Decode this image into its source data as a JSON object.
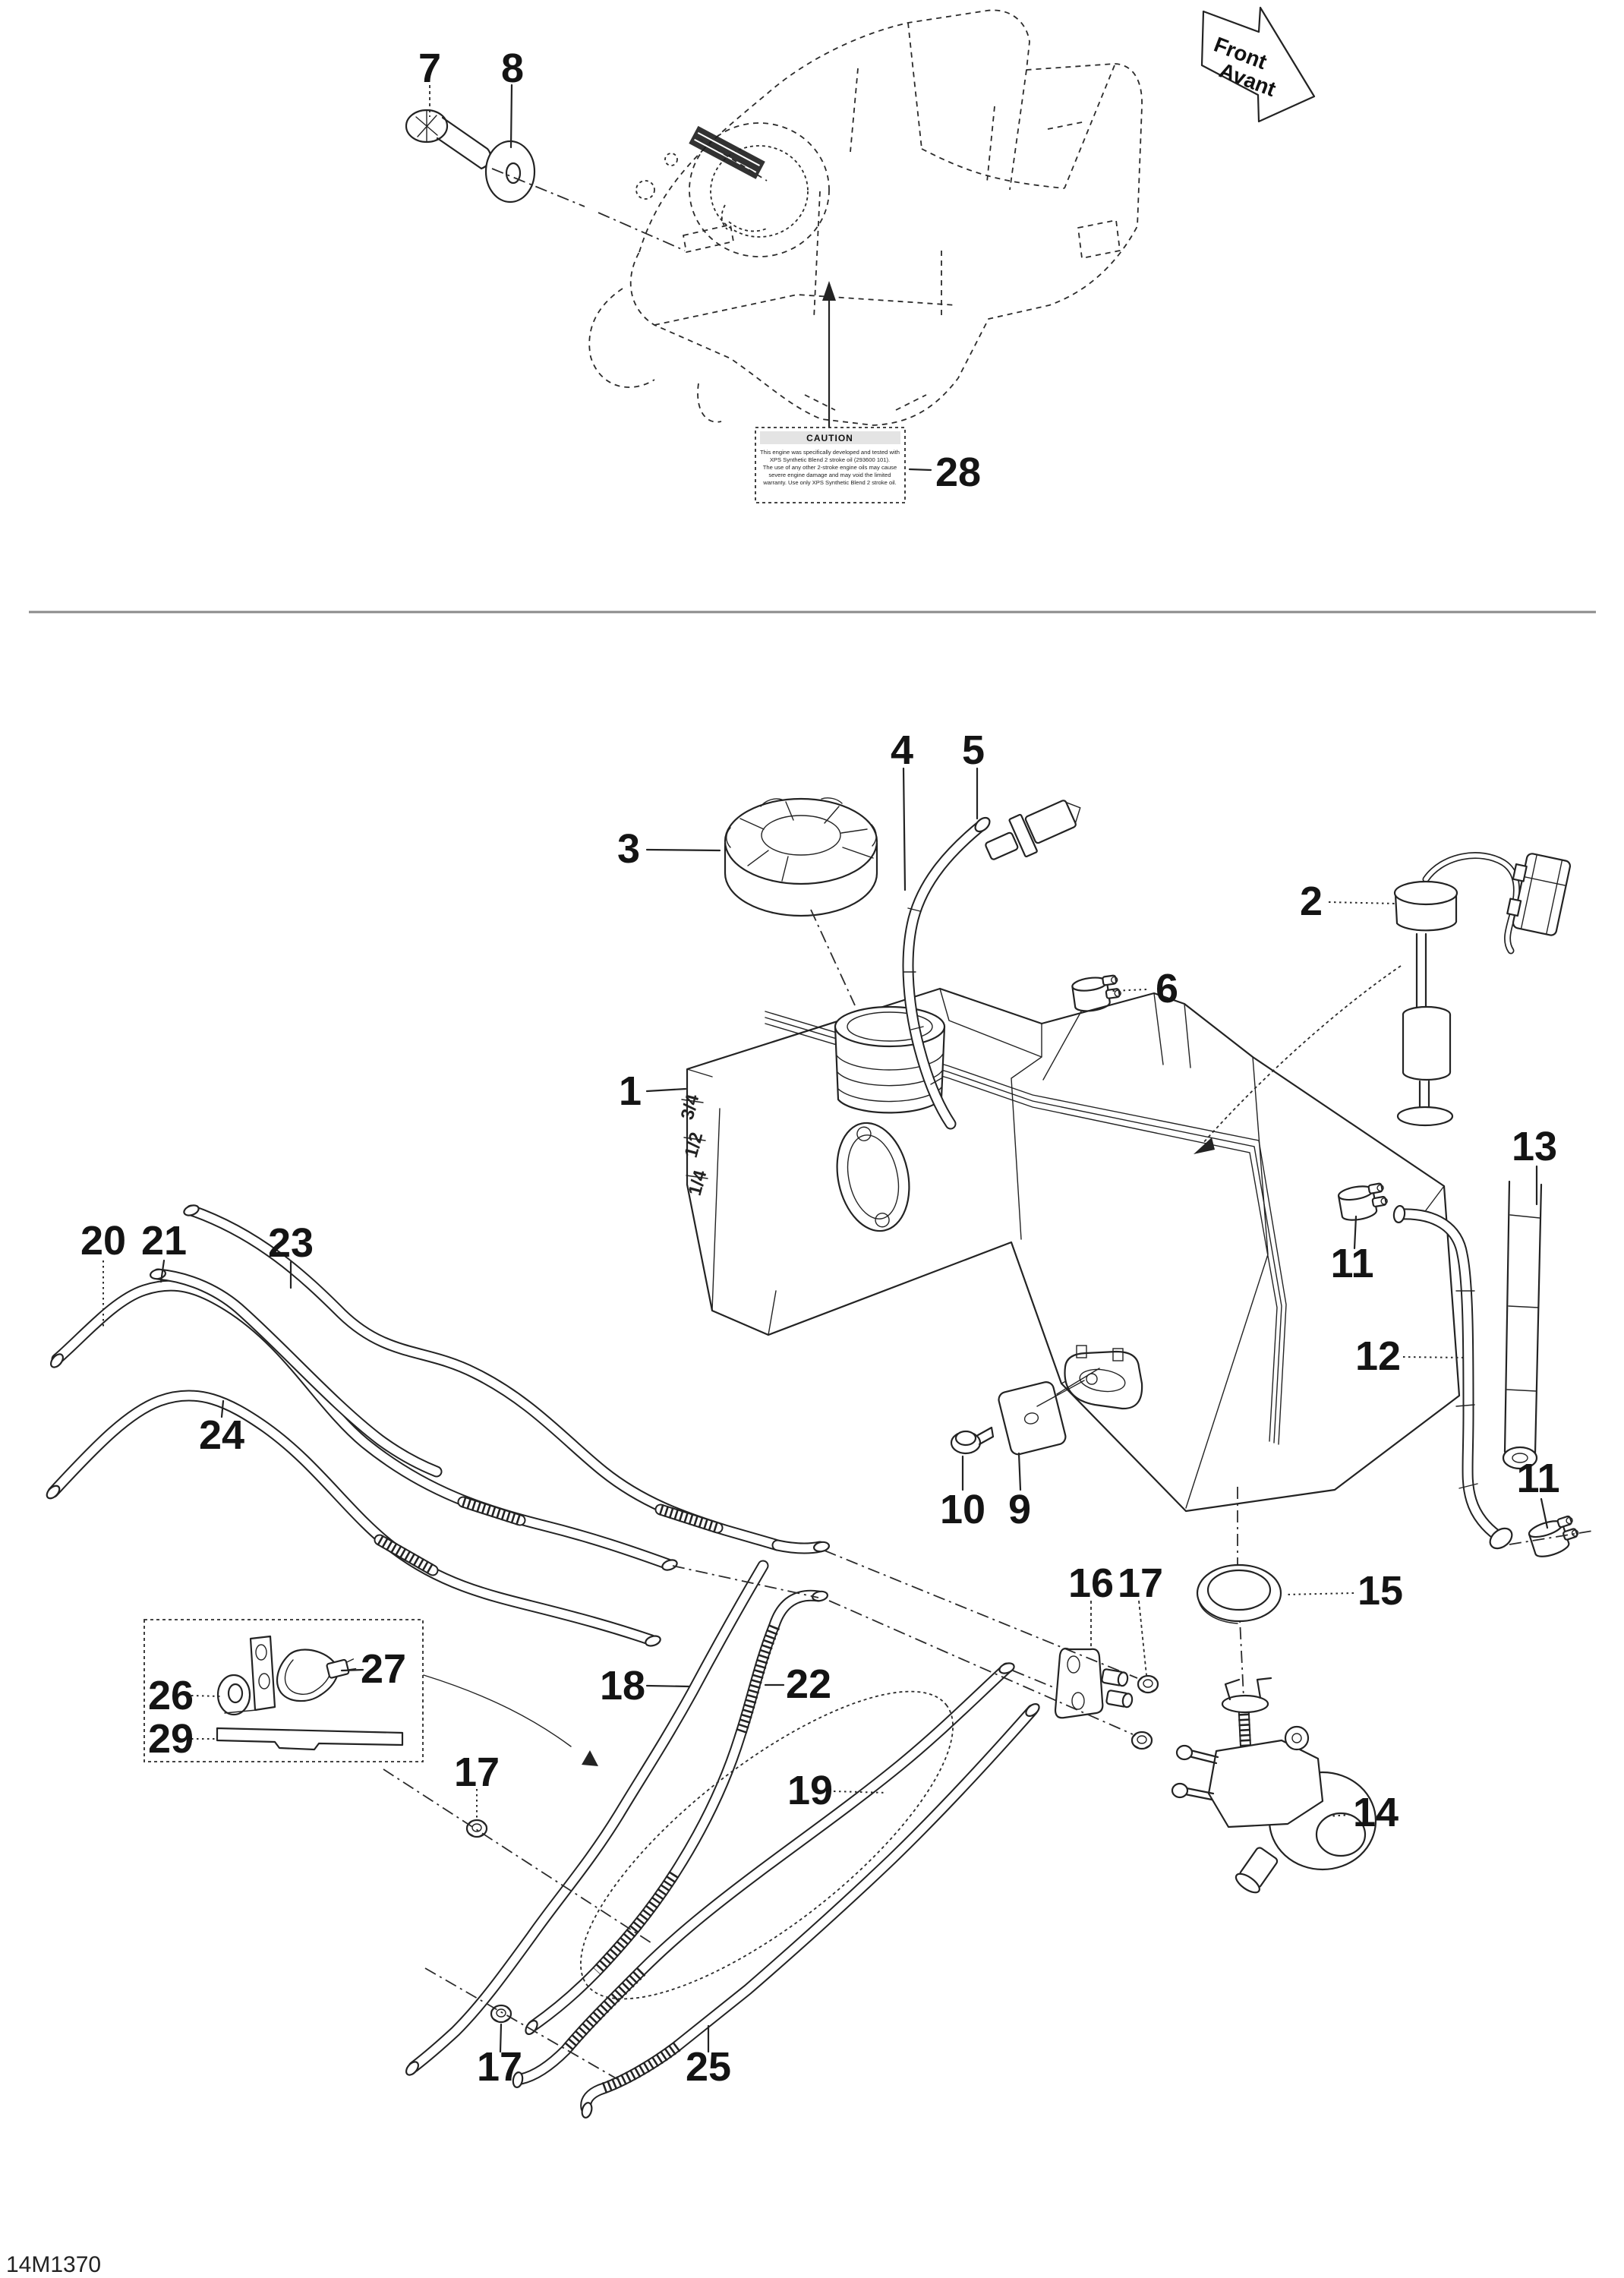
{
  "direction_arrow": {
    "front": "Front",
    "avant": "Avant"
  },
  "caution": {
    "title": "CAUTION",
    "lines": [
      "This engine was specifically developed and tested with",
      "XPS Synthetic Blend 2 stroke oil (293600 101).",
      "The use of any other 2-stroke engine oils may cause",
      "severe engine damage and may void the limited",
      "warranty. Use only XPS Synthetic Blend 2 stroke oil."
    ]
  },
  "tank": {
    "graduations": [
      "3/4",
      "1/2",
      "1/4"
    ]
  },
  "footer": {
    "drawing_code": "14M1370"
  },
  "callouts": [
    {
      "num": "7"
    },
    {
      "num": "8"
    },
    {
      "num": "28"
    },
    {
      "num": "3"
    },
    {
      "num": "4"
    },
    {
      "num": "5"
    },
    {
      "num": "6"
    },
    {
      "num": "1"
    },
    {
      "num": "2"
    },
    {
      "num": "13"
    },
    {
      "num": "11"
    },
    {
      "num": "12"
    },
    {
      "num": "15"
    },
    {
      "num": "11"
    },
    {
      "num": "14"
    },
    {
      "num": "16"
    },
    {
      "num": "17"
    },
    {
      "num": "10"
    },
    {
      "num": "9"
    },
    {
      "num": "20"
    },
    {
      "num": "21"
    },
    {
      "num": "23"
    },
    {
      "num": "24"
    },
    {
      "num": "26"
    },
    {
      "num": "27"
    },
    {
      "num": "29"
    },
    {
      "num": "17"
    },
    {
      "num": "18"
    },
    {
      "num": "22"
    },
    {
      "num": "19"
    },
    {
      "num": "17"
    },
    {
      "num": "25"
    }
  ]
}
